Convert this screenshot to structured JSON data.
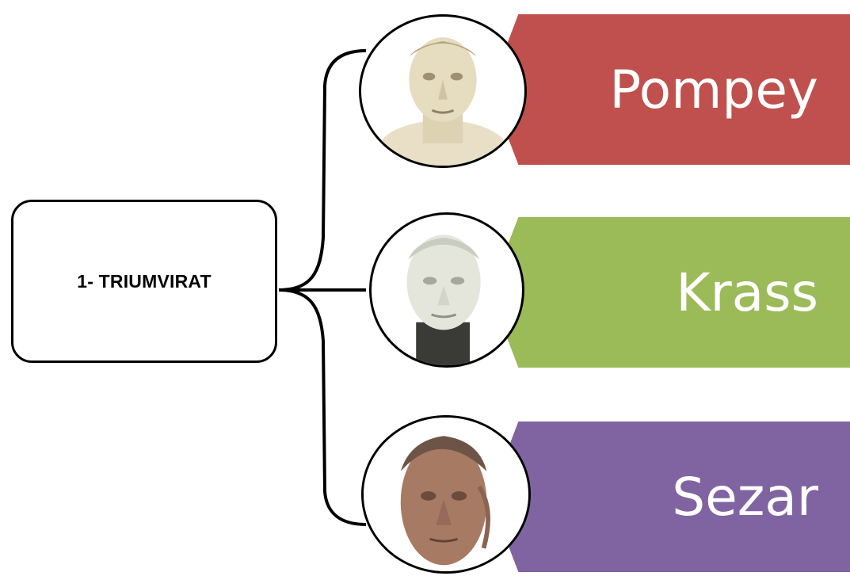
{
  "root": {
    "label": "1- TRIUMVIRAT"
  },
  "members": [
    {
      "name": "Pompey",
      "color": "#c0504d",
      "portrait": "pompey-bust"
    },
    {
      "name": "Krass",
      "color": "#9bbb59",
      "portrait": "crassus-bust"
    },
    {
      "name": "Sezar",
      "color": "#8064a2",
      "portrait": "caesar-bust"
    }
  ]
}
